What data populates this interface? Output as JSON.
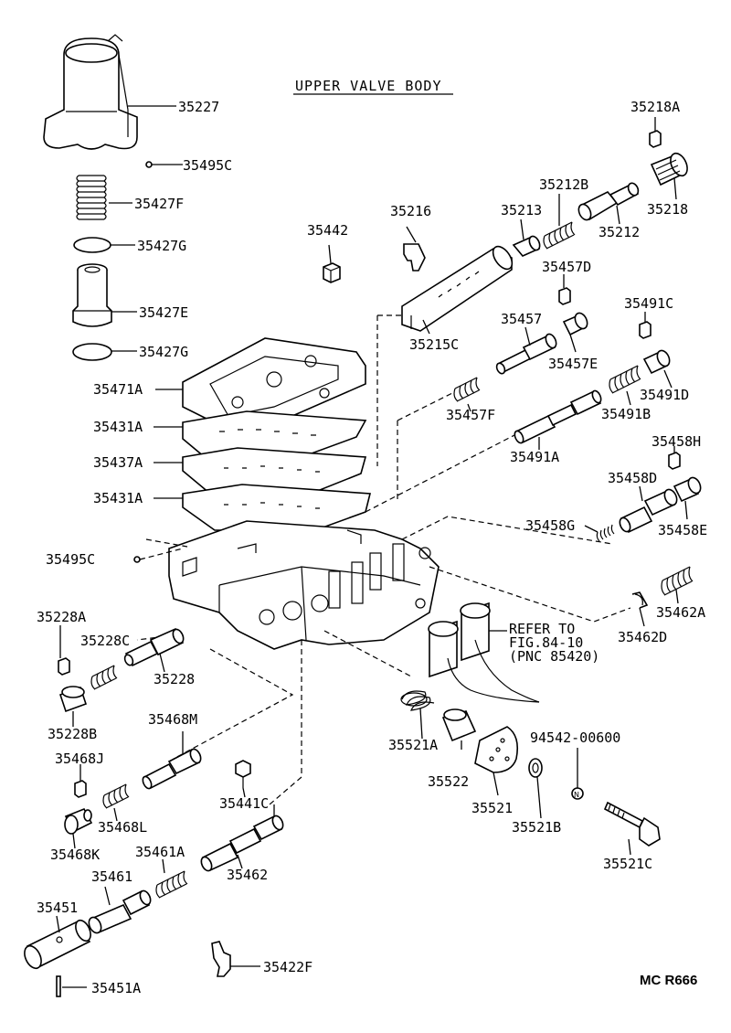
{
  "title": "UPPER VALVE BODY",
  "refer_note": {
    "line1": "REFER TO",
    "line2": "FIG.84-10",
    "line3": "(PNC 85420)"
  },
  "drawing_code": "MC R666",
  "part_labels": [
    {
      "id": "35227",
      "text": "35227"
    },
    {
      "id": "35495c_top",
      "text": "35495C"
    },
    {
      "id": "35427f",
      "text": "35427F"
    },
    {
      "id": "35427g_1",
      "text": "35427G"
    },
    {
      "id": "35427e",
      "text": "35427E"
    },
    {
      "id": "35427g_2",
      "text": "35427G"
    },
    {
      "id": "35471a",
      "text": "35471A"
    },
    {
      "id": "35431a_1",
      "text": "35431A"
    },
    {
      "id": "35437a",
      "text": "35437A"
    },
    {
      "id": "35431a_2",
      "text": "35431A"
    },
    {
      "id": "35495c_mid",
      "text": "35495C"
    },
    {
      "id": "35442",
      "text": "35442"
    },
    {
      "id": "35216",
      "text": "35216"
    },
    {
      "id": "35215c",
      "text": "35215C"
    },
    {
      "id": "35213",
      "text": "35213"
    },
    {
      "id": "35212b",
      "text": "35212B"
    },
    {
      "id": "35218a",
      "text": "35218A"
    },
    {
      "id": "35212",
      "text": "35212"
    },
    {
      "id": "35218",
      "text": "35218"
    },
    {
      "id": "35457d",
      "text": "35457D"
    },
    {
      "id": "35457",
      "text": "35457"
    },
    {
      "id": "35457e",
      "text": "35457E"
    },
    {
      "id": "35457f",
      "text": "35457F"
    },
    {
      "id": "35491c",
      "text": "35491C"
    },
    {
      "id": "35491d",
      "text": "35491D"
    },
    {
      "id": "35491b",
      "text": "35491B"
    },
    {
      "id": "35491a",
      "text": "35491A"
    },
    {
      "id": "35458h",
      "text": "35458H"
    },
    {
      "id": "35458d",
      "text": "35458D"
    },
    {
      "id": "35458g",
      "text": "35458G"
    },
    {
      "id": "35458e",
      "text": "35458E"
    },
    {
      "id": "35462a",
      "text": "35462A"
    },
    {
      "id": "35462d",
      "text": "35462D"
    },
    {
      "id": "35228a",
      "text": "35228A"
    },
    {
      "id": "35228c",
      "text": "35228C"
    },
    {
      "id": "35228",
      "text": "35228"
    },
    {
      "id": "35228b",
      "text": "35228B"
    },
    {
      "id": "35468m",
      "text": "35468M"
    },
    {
      "id": "35468j",
      "text": "35468J"
    },
    {
      "id": "35468l",
      "text": "35468L"
    },
    {
      "id": "35468k",
      "text": "35468K"
    },
    {
      "id": "35441c",
      "text": "35441C"
    },
    {
      "id": "35461a",
      "text": "35461A"
    },
    {
      "id": "35461",
      "text": "35461"
    },
    {
      "id": "35462",
      "text": "35462"
    },
    {
      "id": "35451",
      "text": "35451"
    },
    {
      "id": "35451a",
      "text": "35451A"
    },
    {
      "id": "35422f",
      "text": "35422F"
    },
    {
      "id": "35521a",
      "text": "35521A"
    },
    {
      "id": "35522",
      "text": "35522"
    },
    {
      "id": "35521",
      "text": "35521"
    },
    {
      "id": "35521b",
      "text": "35521B"
    },
    {
      "id": "94542_00600",
      "text": "94542-00600"
    },
    {
      "id": "35521c",
      "text": "35521C"
    }
  ]
}
